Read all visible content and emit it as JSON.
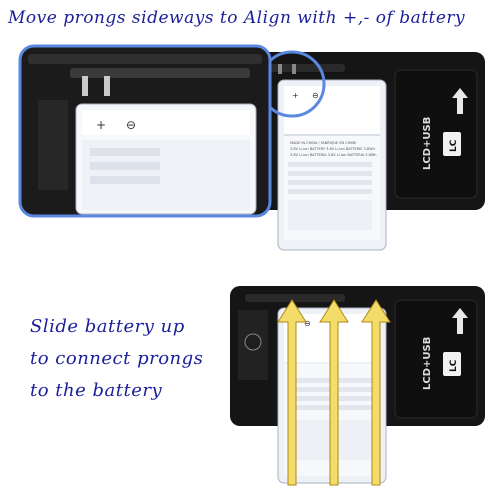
{
  "instruction_top": "Move prongs sideways to Align with +,- of battery",
  "instruction_bottom": [
    "Slide battery up",
    "to connect prongs",
    "to the battery"
  ],
  "charger_label": "LCD+USB",
  "charger_logo": "LC",
  "battery_terminals": [
    "+",
    "⊖"
  ],
  "battery_text_lines": [
    "MADE IN CHINA / FABRIQUE EN CHINE",
    "3.8V Li-ion BATTERY  3.8V Li-ion BATTERIE 3.8Wh",
    "3.8V Li-ion BATTERIA 3.8V Li-ion BATTERIA 3.8Wh"
  ],
  "colors": {
    "text": "#1a1f9a",
    "arrow_fill": "#f3dc6a",
    "arrow_stroke": "#b08a12",
    "callout": "#5a87e0",
    "charger": "#161616"
  }
}
